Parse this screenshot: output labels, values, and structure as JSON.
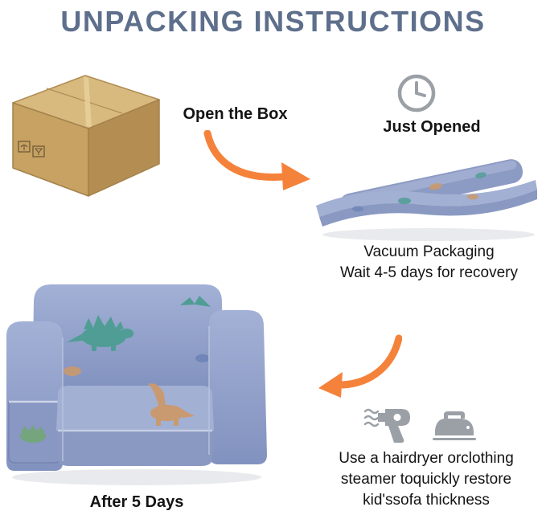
{
  "title": "UNPACKING INSTRUCTIONS",
  "steps": {
    "open_box": {
      "label": "Open the Box"
    },
    "just_opened": {
      "label": "Just Opened",
      "caption": [
        "Vacuum Packaging",
        "Wait 4-5 days for recovery"
      ]
    },
    "after_5_days": {
      "label": "After 5 Days",
      "caption": [
        "Use a hairdryer orclothing",
        "steamer toquickly restore",
        "kid'ssofa thickness"
      ]
    }
  },
  "icons": {
    "clock": "clock-icon",
    "hairdryer": "hairdryer-icon",
    "iron": "iron-icon",
    "arrow_right": "curved-arrow-down-right-icon",
    "arrow_left": "curved-arrow-down-left-icon",
    "fragile_symbols": "fragile-symbols-icon"
  },
  "colors": {
    "title_text": "#5e6f8c",
    "body_text": "#141414",
    "arrow_orange": "#f5823a",
    "icon_gray": "#9aa0a6",
    "box_cardboard": "#c7a263",
    "sofa_periwinkle": "#8fa0c8",
    "print_teal": "#4f9d94",
    "print_tan": "#c9996f",
    "print_green": "#74a57c"
  }
}
